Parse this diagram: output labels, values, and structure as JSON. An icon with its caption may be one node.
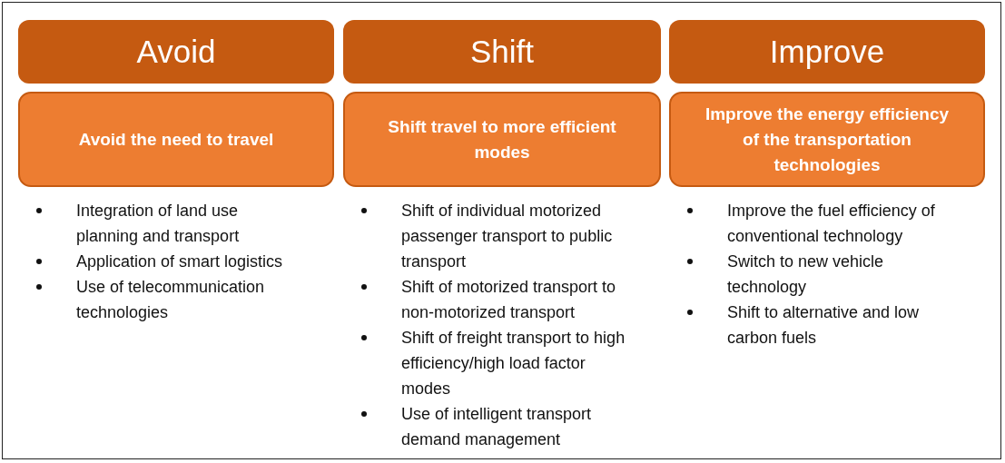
{
  "diagram": {
    "nodes": [
      {
        "text": [
          "Avoid"
        ]
      },
      {
        "text": [
          "Shift"
        ]
      },
      {
        "text": [
          "Improve"
        ]
      },
      {
        "text": [
          "Avoid the need to travel"
        ],
        "beside": [
          "Integration of land use planning and transport",
          "Application of smart logistics",
          "Use of telecommunication technologies"
        ]
      },
      {
        "text": [
          "Shift travel to more efficient modes"
        ],
        "beside": [
          "Shift of individual motorized passenger transport to public transport",
          "Shift of motorized transport to non-motorized transport",
          "Shift of freight transport to high efficiency/high load factor modes",
          "Use of intelligent transport demand management"
        ]
      },
      {
        "text": [
          "Improve the energy efficiency of the transportation technologies"
        ],
        "beside": [
          "Improve the fuel efficiency of conventional technology",
          "Switch to new vehicle technology",
          "Shift to alternative and low carbon fuels"
        ]
      }
    ],
    "edges": []
  }
}
